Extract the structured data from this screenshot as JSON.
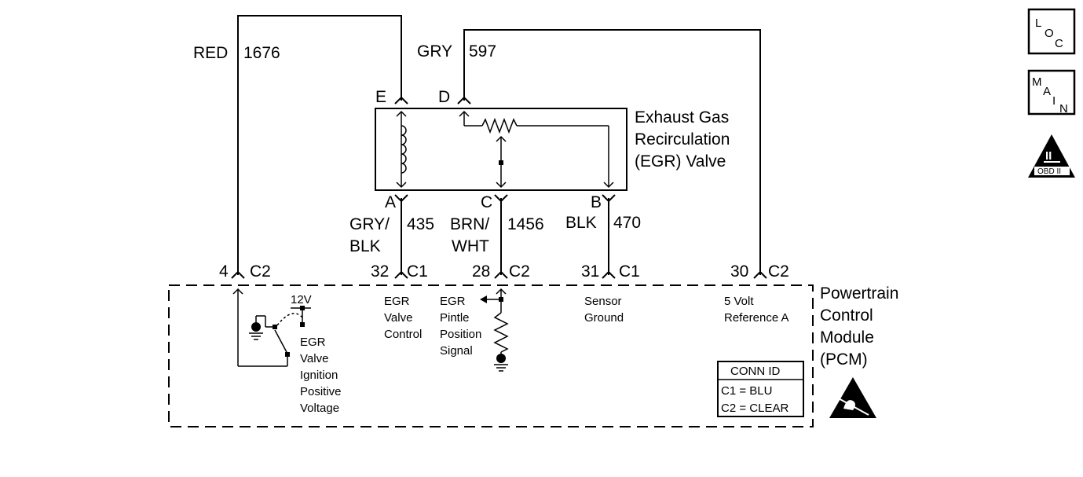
{
  "wires": {
    "red": {
      "color": "RED",
      "circuit": "1676"
    },
    "gry": {
      "color": "GRY",
      "circuit": "597"
    },
    "gry_blk": {
      "color_line1": "GRY/",
      "color_line2": "BLK",
      "circuit": "435"
    },
    "brn_wht": {
      "color_line1": "BRN/",
      "color_line2": "WHT",
      "circuit": "1456"
    },
    "blk": {
      "color": "BLK",
      "circuit": "470"
    }
  },
  "egr_valve": {
    "title_line1": "Exhaust Gas",
    "title_line2": "Recirculation",
    "title_line3": "(EGR) Valve",
    "terminals": {
      "e": "E",
      "d": "D",
      "a": "A",
      "c": "C",
      "b": "B"
    }
  },
  "pcm": {
    "title_line1": "Powertrain",
    "title_line2": "Control",
    "title_line3": "Module",
    "title_line4": "(PCM)",
    "pins": [
      {
        "pin": "4",
        "conn": "C2"
      },
      {
        "pin": "32",
        "conn": "C1"
      },
      {
        "pin": "28",
        "conn": "C2"
      },
      {
        "pin": "31",
        "conn": "C1"
      },
      {
        "pin": "30",
        "conn": "C2"
      }
    ],
    "voltage_12v": "12V",
    "ignition_label": [
      "EGR",
      "Valve",
      "Ignition",
      "Positive",
      "Voltage"
    ],
    "valve_control_label": [
      "EGR",
      "Valve",
      "Control"
    ],
    "pintle_label": [
      "EGR",
      "Pintle",
      "Position",
      "Signal"
    ],
    "sensor_ground_label": [
      "Sensor",
      "Ground"
    ],
    "ref_label": [
      "5 Volt",
      "Reference A"
    ]
  },
  "conn_id": {
    "title": "CONN ID",
    "line1": "C1 = BLU",
    "line2": "C2 = CLEAR"
  },
  "side_icons": {
    "loc": {
      "l": "L",
      "o": "O",
      "c": "C",
      "icon": "loc-icon"
    },
    "main": {
      "m": "M",
      "a": "A",
      "i": "I",
      "n": "N",
      "icon": "main-icon"
    },
    "obd": {
      "roman": "II",
      "text": "OBD II",
      "icon": "obd-ii-icon"
    }
  },
  "esd_icon": "esd-sensitive-icon"
}
